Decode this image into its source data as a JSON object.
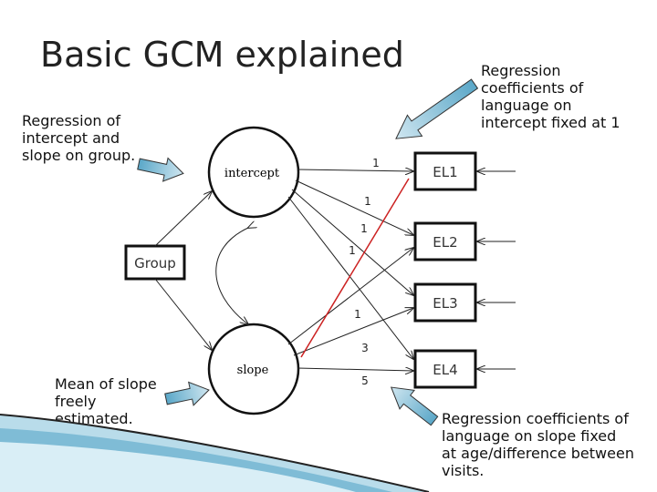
{
  "title": "Basic GCM explained",
  "notes": {
    "top_left": [
      "Regression of",
      "intercept and",
      "slope on group."
    ],
    "top_right": [
      "Regression",
      "coefficients of",
      "language on",
      "intercept fixed at 1"
    ],
    "bottom_left": [
      "Mean of slope",
      "freely",
      "estimated."
    ],
    "bottom_right": [
      "Regression coefficients of",
      "language on slope fixed",
      "at age/difference between",
      "visits."
    ]
  },
  "diagram": {
    "latent": {
      "intercept": "intercept",
      "slope": "slope"
    },
    "group": "Group",
    "indicators": [
      "EL1",
      "EL2",
      "EL3",
      "EL4"
    ],
    "intercept_loadings": [
      "1",
      "1",
      "1",
      "1"
    ],
    "slope_loadings": [
      "1",
      "3",
      "5"
    ]
  },
  "colors": {
    "pointer_arrow": "#3b9ec9",
    "accent_line": "#cc2222",
    "stroke": "#222222"
  }
}
